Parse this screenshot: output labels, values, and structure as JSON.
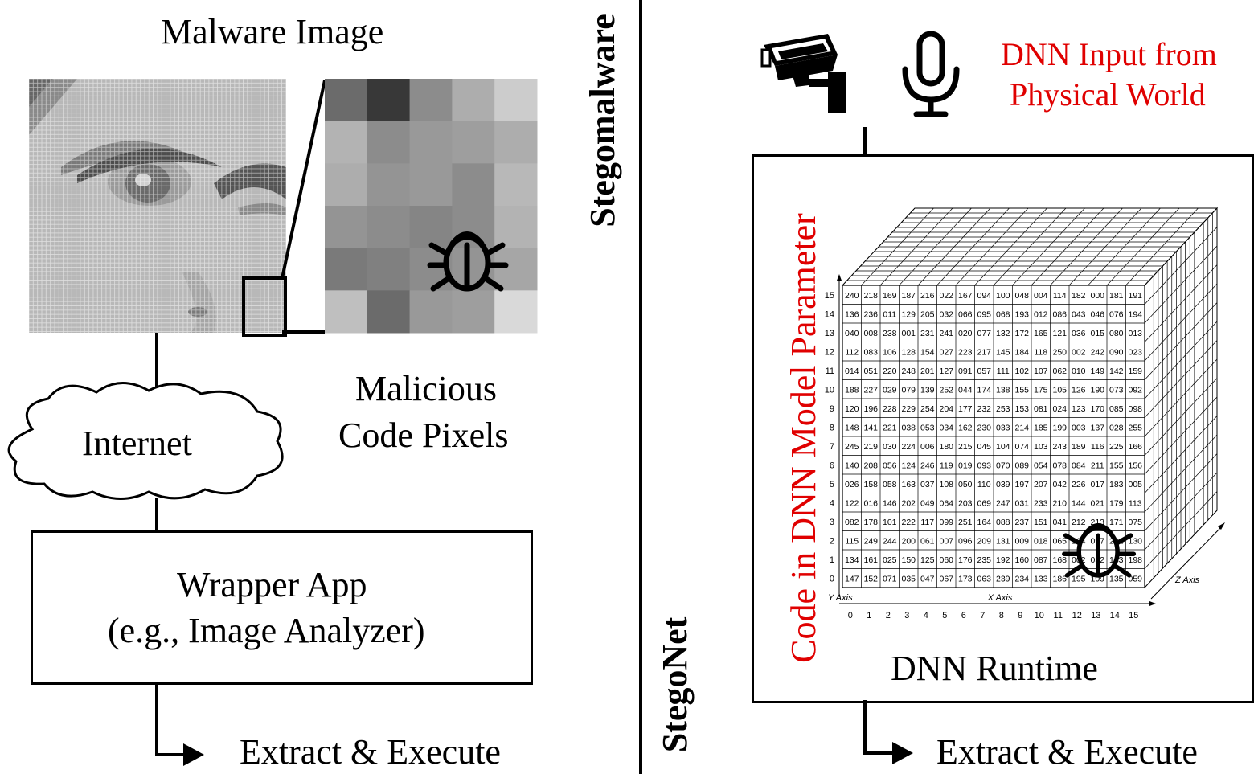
{
  "left": {
    "title": "Malware Image",
    "annotation_line1": "Malicious",
    "annotation_line2": "Code Pixels",
    "cloud_label": "Internet",
    "wrapper_line1": "Wrapper App",
    "wrapper_line2": "(e.g., Image Analyzer)",
    "output_label": "Extract & Execute",
    "zoom_grayscale": [
      [
        0.42,
        0.22,
        0.55,
        0.68,
        0.8
      ],
      [
        0.7,
        0.55,
        0.6,
        0.62,
        0.68
      ],
      [
        0.68,
        0.58,
        0.6,
        0.55,
        0.72
      ],
      [
        0.58,
        0.55,
        0.52,
        0.55,
        0.7
      ],
      [
        0.48,
        0.5,
        0.55,
        0.58,
        0.65
      ],
      [
        0.75,
        0.42,
        0.6,
        0.62,
        0.85
      ]
    ],
    "icons": [
      "face-pixel-image",
      "bug-icon"
    ]
  },
  "divider": {
    "top_label": "Stegomalware",
    "bottom_label": "StegoNet"
  },
  "right": {
    "input_label_line1": "DNN Input from",
    "input_label_line2": "Physical World",
    "vertical_label": "Code in DNN Model Parameter",
    "runtime_label": "DNN Runtime",
    "output_label": "Extract & Execute",
    "icons": [
      "camera-icon",
      "microphone-icon",
      "bug-icon"
    ],
    "accent_color": "#e00000",
    "cube": {
      "y_axis_label": "Y Axis",
      "x_axis_label": "X Axis",
      "z_axis_label": "Z Axis",
      "x_ticks": [
        "0",
        "1",
        "2",
        "3",
        "4",
        "5",
        "6",
        "7",
        "8",
        "9",
        "10",
        "11",
        "12",
        "13",
        "14",
        "15"
      ],
      "y_ticks": [
        "15",
        "14",
        "13",
        "12",
        "11",
        "10",
        "9",
        "8",
        "7",
        "6",
        "5",
        "4",
        "3",
        "2",
        "1",
        "0"
      ],
      "grid": [
        [
          "240",
          "218",
          "169",
          "187",
          "216",
          "022",
          "167",
          "094",
          "100",
          "048",
          "004",
          "114",
          "182",
          "000",
          "181",
          "191"
        ],
        [
          "136",
          "236",
          "011",
          "129",
          "205",
          "032",
          "066",
          "095",
          "068",
          "193",
          "012",
          "086",
          "043",
          "046",
          "076",
          "194"
        ],
        [
          "040",
          "008",
          "238",
          "001",
          "231",
          "241",
          "020",
          "077",
          "132",
          "172",
          "165",
          "121",
          "036",
          "015",
          "080",
          "013"
        ],
        [
          "112",
          "083",
          "106",
          "128",
          "154",
          "027",
          "223",
          "217",
          "145",
          "184",
          "118",
          "250",
          "002",
          "242",
          "090",
          "023"
        ],
        [
          "014",
          "051",
          "220",
          "248",
          "201",
          "127",
          "091",
          "057",
          "111",
          "102",
          "107",
          "062",
          "010",
          "149",
          "142",
          "159"
        ],
        [
          "188",
          "227",
          "029",
          "079",
          "139",
          "252",
          "044",
          "174",
          "138",
          "155",
          "175",
          "105",
          "126",
          "190",
          "073",
          "092"
        ],
        [
          "120",
          "196",
          "228",
          "229",
          "254",
          "204",
          "177",
          "232",
          "253",
          "153",
          "081",
          "024",
          "123",
          "170",
          "085",
          "098"
        ],
        [
          "148",
          "141",
          "221",
          "038",
          "053",
          "034",
          "162",
          "230",
          "033",
          "214",
          "185",
          "199",
          "003",
          "137",
          "028",
          "255"
        ],
        [
          "245",
          "219",
          "030",
          "224",
          "006",
          "180",
          "215",
          "045",
          "104",
          "074",
          "103",
          "243",
          "189",
          "116",
          "225",
          "166"
        ],
        [
          "140",
          "208",
          "056",
          "124",
          "246",
          "119",
          "019",
          "093",
          "070",
          "089",
          "054",
          "078",
          "084",
          "211",
          "155",
          "156"
        ],
        [
          "026",
          "158",
          "058",
          "163",
          "037",
          "108",
          "050",
          "110",
          "039",
          "197",
          "207",
          "042",
          "226",
          "017",
          "183",
          "005"
        ],
        [
          "122",
          "016",
          "146",
          "202",
          "049",
          "064",
          "203",
          "069",
          "247",
          "031",
          "233",
          "210",
          "144",
          "021",
          "179",
          "113"
        ],
        [
          "082",
          "178",
          "101",
          "222",
          "117",
          "099",
          "251",
          "164",
          "088",
          "237",
          "151",
          "041",
          "212",
          "213",
          "171",
          "075"
        ],
        [
          "115",
          "249",
          "244",
          "200",
          "061",
          "007",
          "096",
          "209",
          "131",
          "009",
          "018",
          "065",
          "164",
          "097",
          "201",
          "130"
        ],
        [
          "134",
          "161",
          "025",
          "150",
          "125",
          "060",
          "176",
          "235",
          "192",
          "160",
          "087",
          "168",
          "002",
          "052",
          "143",
          "198"
        ],
        [
          "147",
          "152",
          "071",
          "035",
          "047",
          "067",
          "173",
          "063",
          "239",
          "234",
          "133",
          "186",
          "195",
          "109",
          "135",
          "059"
        ]
      ]
    }
  }
}
